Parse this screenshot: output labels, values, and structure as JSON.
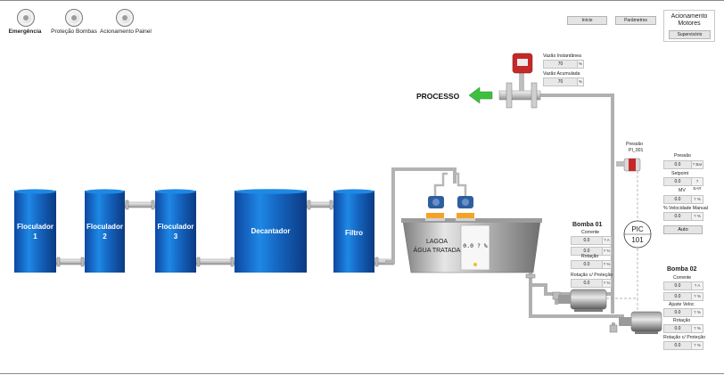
{
  "top_buttons": [
    {
      "label": "Emergência"
    },
    {
      "label": "Proteção Bombas"
    },
    {
      "label": "Acionamento Painel"
    }
  ],
  "nav": {
    "inicio": "Início",
    "parametros": "Parâmetros",
    "acionamento_title": "Acionamento\nMotores",
    "supervisorio": "Supervisório"
  },
  "flow_meter": {
    "instant_label": "Vazão Instantânea",
    "instant_value": "70",
    "instant_unit": "%",
    "accum_label": "Vazão Acumulada",
    "accum_value": "70",
    "accum_unit": "%"
  },
  "processo_label": "PROCESSO",
  "pressure_sensor": {
    "label_line1": "Pressão",
    "label_line2": "PI_001"
  },
  "tanks": [
    {
      "line1": "Floculador",
      "line2": "1"
    },
    {
      "line1": "Floculador",
      "line2": "2"
    },
    {
      "line1": "Floculador",
      "line2": "3"
    },
    {
      "line1": "Decantador",
      "line2": ""
    },
    {
      "line1": "Filtro",
      "line2": ""
    }
  ],
  "lagoa": {
    "line1": "LAGOA",
    "line2": "ÁGUA TRATADA",
    "level": "0.0 ? %"
  },
  "bomba01": {
    "title": "Bomba 01",
    "corrente_label": "Corrente",
    "corrente_value": "0.0",
    "corrente_unit": "? A",
    "field2_value": "0.0",
    "field2_unit": "? %",
    "rotacao_label": "Rotação",
    "rotacao_value": "0.0",
    "rotacao_unit": "? %",
    "protecao_label": "Rotação c/ Proteção",
    "protecao_value": "0.0",
    "protecao_unit": "? %"
  },
  "bomba02": {
    "title": "Bomba 02",
    "corrente_label": "Corrente",
    "corrente_value": "0.0",
    "corrente_unit": "? A",
    "field2_value": "0.0",
    "field2_unit": "? %",
    "ajuste_label": "Ajuste Veloc",
    "ajuste_value": "0.0",
    "ajuste_unit": "? %",
    "rotacao_label": "Rotação",
    "rotacao_value": "0.0",
    "rotacao_unit": "? %",
    "protecao_label": "Rotação c/ Proteção",
    "protecao_value": "0.0",
    "protecao_unit": "? %"
  },
  "pic": {
    "line1": "PIC",
    "line2": "101",
    "pressao_label": "Pressão",
    "pressao_value": "0.0",
    "pressao_unit": "? Bar",
    "setpoint_label": "Setpoint",
    "setpoint_value": "0.0",
    "setpoint_unit": "? BAR",
    "mv_label": "MV",
    "mv_value": "0.0",
    "mv_unit": "? %",
    "manual_label": "% Velocidade Manual",
    "manual_value": "0.0",
    "manual_unit": "? %",
    "auto_label": "Auto"
  },
  "colors": {
    "tank_blue": "#1565c0",
    "pipe_gray": "#c8c8c8",
    "arrow_green": "#3fbf3f",
    "meter_red": "#c62828"
  }
}
